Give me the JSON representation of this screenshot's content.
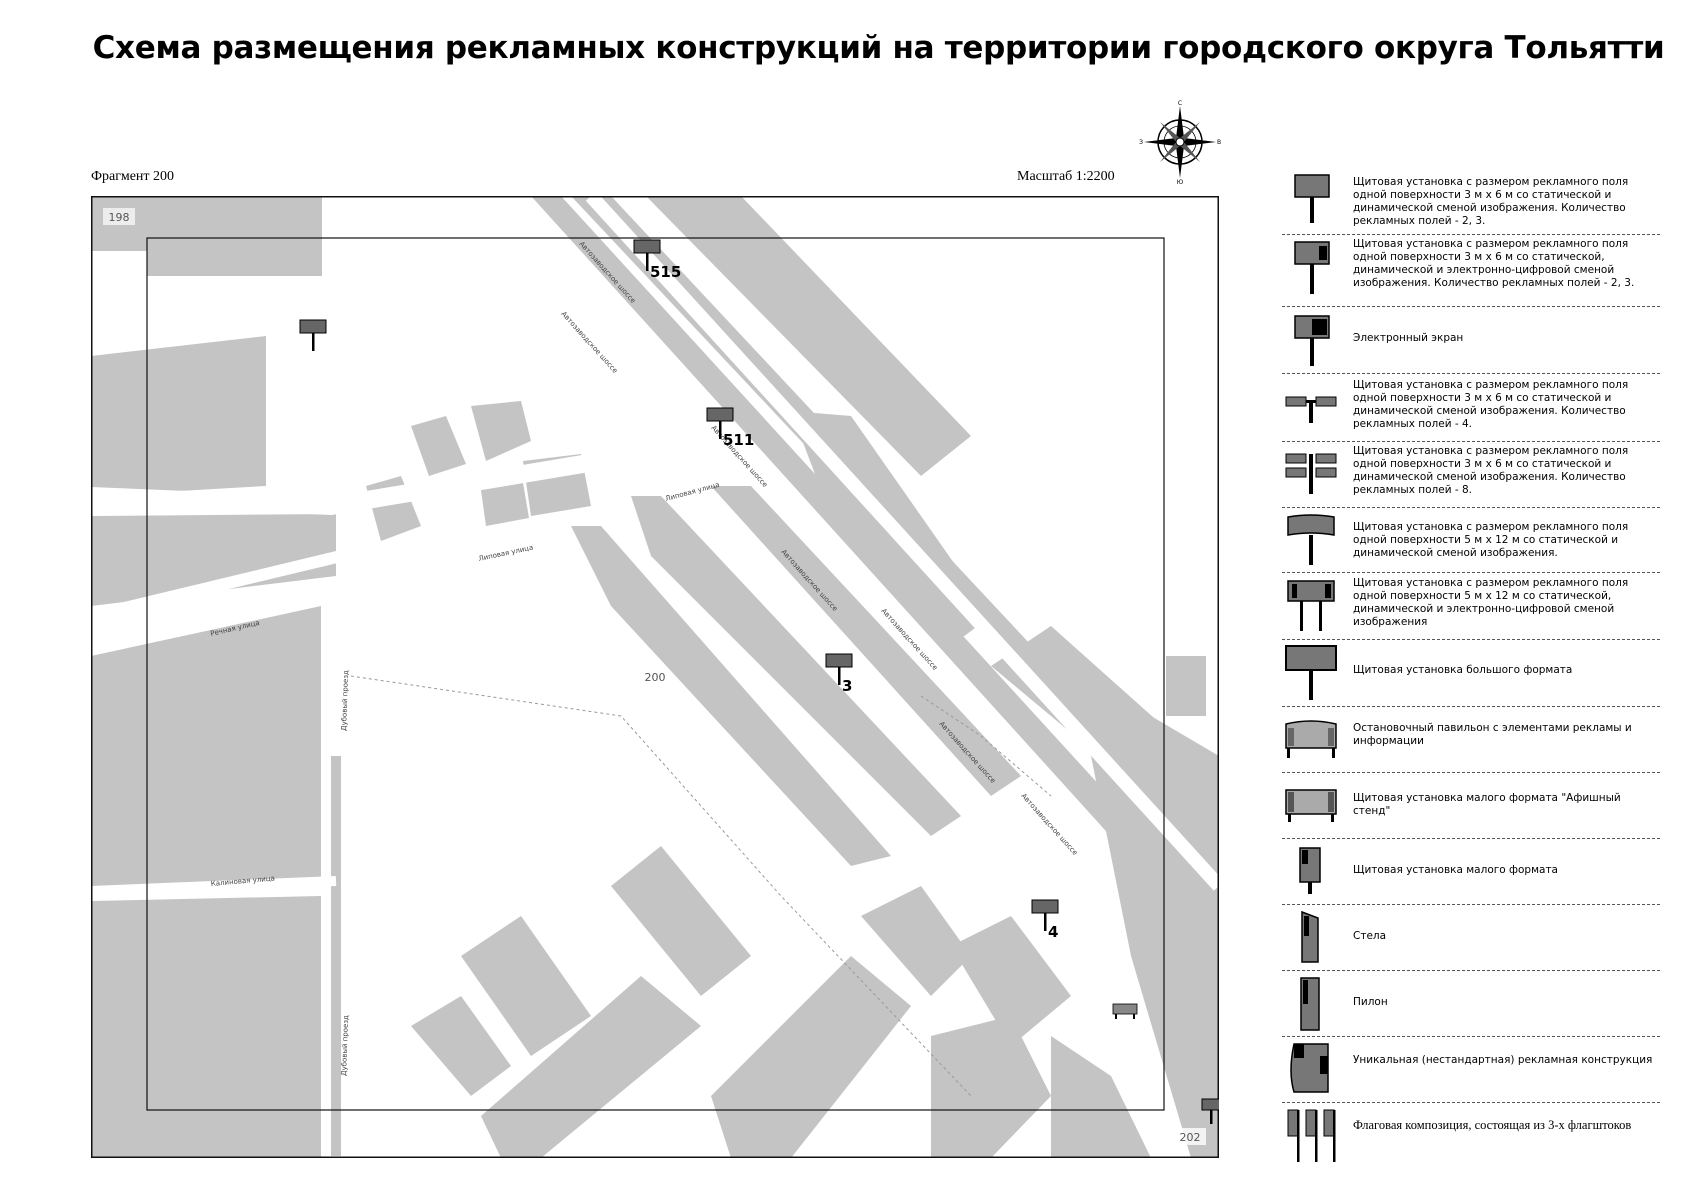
{
  "header": {
    "title": "Схема размещения рекламных конструкций на территории городского округа Тольятти",
    "fragment": "Фрагмент 200",
    "scale": "Масштаб 1:2200"
  },
  "compass": {
    "n": "С",
    "s": "Ю",
    "w": "З",
    "e": "В"
  },
  "map": {
    "colors": {
      "block": "#c4c4c4",
      "road": "#ffffff",
      "frame": "#111111"
    },
    "fragment_labels": {
      "nw": "198",
      "center": "200",
      "se": "202"
    },
    "markers": [
      {
        "id": "m515",
        "label": "515"
      },
      {
        "id": "m511",
        "label": "511"
      },
      {
        "id": "m3",
        "label": "3"
      },
      {
        "id": "m4",
        "label": "4"
      },
      {
        "id": "m-nolabel",
        "label": ""
      }
    ],
    "street_labels": {
      "lipovaya1": "Липовая улица",
      "lipovaya2": "Липовая улица",
      "rechnaya": "Речная улица",
      "dubovaya1": "Дубовый проезд",
      "dubovaya2": "Дубовый проезд",
      "kalinovaya": "Калиновая улица",
      "shosse1": "Автозаводское шоссе",
      "shosse2": "Автозаводское шоссе",
      "shosse3": "Автозаводское шоссе",
      "shosse4": "Автозаводское шоссе",
      "shosse5": "Автозаводское шоссе",
      "shosse6": "Автозаводское шоссе",
      "shosse7": "Автозаводское шоссе"
    }
  },
  "legend": {
    "items": [
      {
        "icon": "billboard-3x6-static-dynamic-icon",
        "text": "Щитовая установка с размером рекламного поля одной поверхности 3 м х 6 м со статической и динамической сменой изображения. Количество рекламных полей - 2, 3."
      },
      {
        "icon": "billboard-3x6-digital-icon",
        "text": "Щитовая установка с размером рекламного поля одной поверхности 3 м х 6 м со статической, динамической и электронно-цифровой сменой изображения. Количество рекламных полей - 2, 3."
      },
      {
        "icon": "electronic-screen-icon",
        "text": "Электронный экран"
      },
      {
        "icon": "billboard-4-fields-icon",
        "text": "Щитовая установка с размером рекламного поля одной поверхности 3 м х 6 м со статической и динамической сменой изображения. Количество рекламных полей - 4."
      },
      {
        "icon": "billboard-8-fields-icon",
        "text": "Щитовая установка с размером рекламного поля одной поверхности 3 м х 6 м со статической и динамической сменой изображения. Количество рекламных полей - 8."
      },
      {
        "icon": "billboard-5x12-icon",
        "text": "Щитовая установка с размером рекламного поля одной поверхности 5 м х 12 м со статической и динамической сменой изображения."
      },
      {
        "icon": "billboard-5x12-digital-icon",
        "text": "Щитовая установка с размером рекламного поля одной поверхности 5 м х 12 м со статической, динамической и электронно-цифровой сменой изображения"
      },
      {
        "icon": "large-format-billboard-icon",
        "text": "Щитовая установка большого формата"
      },
      {
        "icon": "bus-stop-pavilion-icon",
        "text": "Остановочный павильон с элементами рекламы и информации"
      },
      {
        "icon": "poster-stand-icon",
        "text": "Щитовая установка малого формата \"Афишный стенд\""
      },
      {
        "icon": "small-format-billboard-icon",
        "text": "Щитовая установка малого формата"
      },
      {
        "icon": "stela-icon",
        "text": "Стела"
      },
      {
        "icon": "pylon-icon",
        "text": "Пилон"
      },
      {
        "icon": "unique-structure-icon",
        "text": "Уникальная (нестандартная) рекламная конструкция"
      },
      {
        "icon": "flag-composition-icon",
        "text": "Флаговая композиция, состоящая из 3-х флагштоков"
      }
    ]
  }
}
